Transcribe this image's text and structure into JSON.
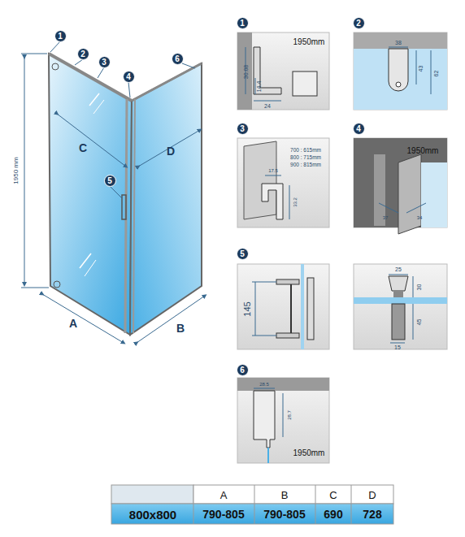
{
  "diagram": {
    "nodes": [
      {
        "text": [
          "1"
        ]
      },
      {
        "text": [
          "2"
        ]
      },
      {
        "text": [
          "3"
        ]
      },
      {
        "text": [
          "4"
        ]
      },
      {
        "text": [
          "5"
        ]
      },
      {
        "text": [
          "6"
        ]
      },
      {
        "text": [
          "1"
        ]
      },
      {
        "text": [
          "2"
        ]
      },
      {
        "text": [
          "3"
        ]
      },
      {
        "text": [
          "4"
        ]
      },
      {
        "text": [
          "5"
        ]
      },
      {
        "text": [
          "6"
        ]
      }
    ],
    "labels": [
      "C",
      "D",
      "A",
      "B",
      "1950 mm",
      "1950mm",
      "30.08",
      "14.4",
      "24",
      "38",
      "43",
      "62",
      "700 : 615mm",
      "800 : 715mm",
      "900 : 815mm",
      "17.5",
      "33.2",
      "1950mm",
      "37",
      "34",
      "145",
      "25",
      "30",
      "45",
      "15",
      "28.5",
      "28.7",
      "1950mm",
      "A",
      "B",
      "C",
      "D",
      "800x800",
      "790-805",
      "790-805",
      "690",
      "728"
    ]
  }
}
